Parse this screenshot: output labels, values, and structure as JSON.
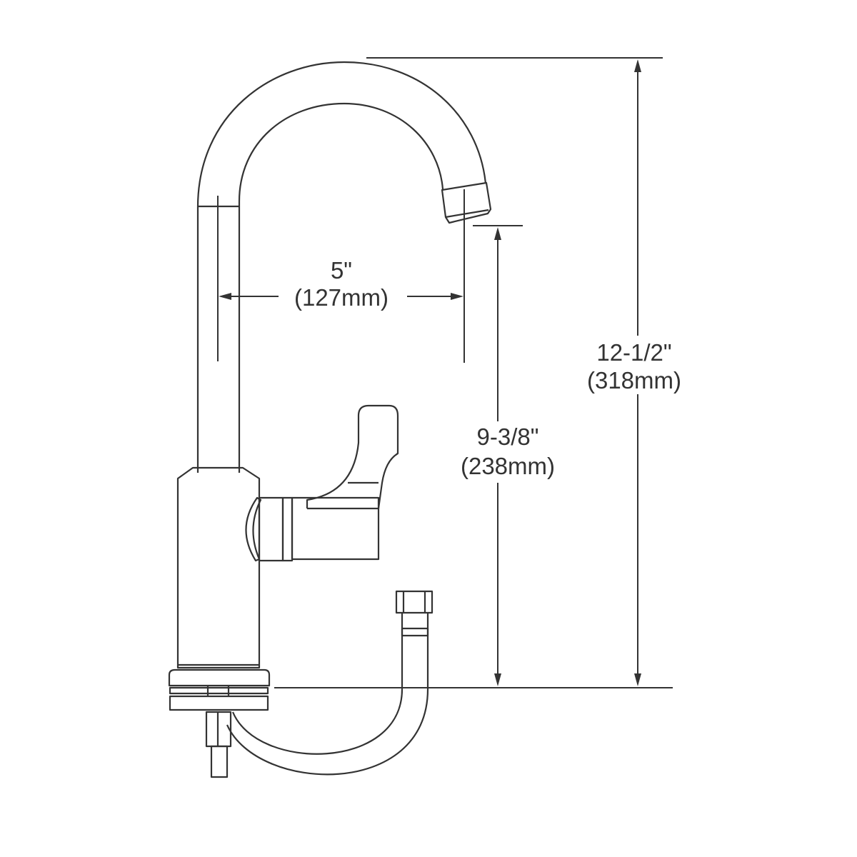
{
  "colors": {
    "line": "#333333",
    "background": "#ffffff"
  },
  "dimensions": {
    "spout_reach": {
      "imperial": "5\"",
      "metric": "(127mm)"
    },
    "spout_height": {
      "imperial": "9-3/8\"",
      "metric": "(238mm)"
    },
    "overall_height": {
      "imperial": "12-1/2\"",
      "metric": "(318mm)"
    }
  }
}
